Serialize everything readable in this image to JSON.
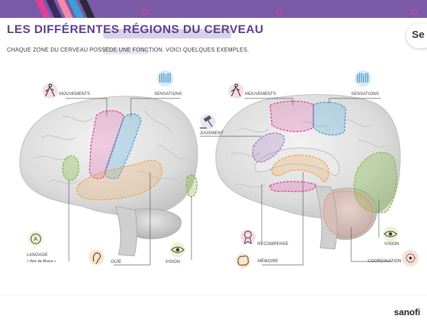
{
  "header": {
    "title": "LES DIFFÉRENTES RÉGIONS DU CERVEAU",
    "subtitle": "CHAQUE ZONE DU CERVEAU POSSÈDE UNE FONCTION. VOICI QUELQUES EXEMPLES.",
    "badge": "Se"
  },
  "left_brain": {
    "labels": {
      "mouvements": "MOUVEMENTS",
      "sensations": "SENSATIONS",
      "langage": "LANGAGE",
      "langage_sub": "« Aire de Broca »",
      "ouie": "OUÏE",
      "vision": "VISION"
    }
  },
  "right_brain": {
    "labels": {
      "mouvements": "MOUVEMENTS",
      "sensations": "SENSATIONS",
      "jugement": "JUGEMENT",
      "recompense": "RÉCOMPENSE",
      "memoire": "MÉMOIRE",
      "vision": "VISION",
      "coordination": "COORDINATION"
    }
  },
  "footer": {
    "logo": "sanofi"
  },
  "colors": {
    "brand_purple": "#7a5aa6",
    "mouvements": "#e0409a",
    "sensations": "#3aa0d8",
    "langage": "#7dbb3a",
    "ouie": "#f0a04a",
    "vision": "#7dbb3a",
    "jugement": "#9b6fc0",
    "memoire": "#f0a04a",
    "recompense": "#e0409a",
    "coordination": "#f08a6a"
  }
}
